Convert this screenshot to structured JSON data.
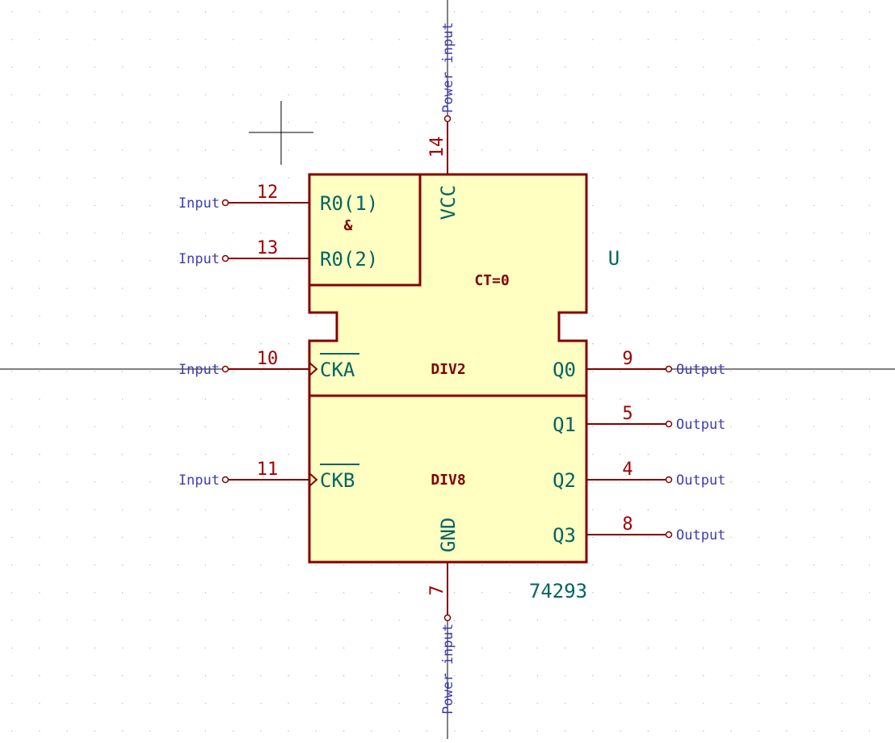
{
  "symbol": {
    "reference": "U",
    "value": "74293",
    "colors": {
      "body_fill": "#ffffc2",
      "body_stroke": "#840000",
      "pin_line": "#840000",
      "pin_number": "#a00000",
      "pin_name": "#006464",
      "pin_type": "#3c3cb4",
      "inner_text": "#800000",
      "grid": "#b4b4b4",
      "background": "#ffffff"
    }
  },
  "labels": {
    "reset_and": "&",
    "ct_zero": "CT=0",
    "div2": "DIV2",
    "div8": "DIV8"
  },
  "pins": {
    "p12": {
      "number": "12",
      "name": "R0(1)",
      "type": "Input"
    },
    "p13": {
      "number": "13",
      "name": "R0(2)",
      "type": "Input"
    },
    "p10": {
      "number": "10",
      "name": "CKA",
      "type": "Input",
      "inverted": true,
      "clock": true
    },
    "p11": {
      "number": "11",
      "name": "CKB",
      "type": "Input",
      "inverted": true,
      "clock": true
    },
    "p14": {
      "number": "14",
      "name": "VCC",
      "type": "Power input"
    },
    "p7": {
      "number": "7",
      "name": "GND",
      "type": "Power input"
    },
    "p9": {
      "number": "9",
      "name": "Q0",
      "type": "Output"
    },
    "p5": {
      "number": "5",
      "name": "Q1",
      "type": "Output"
    },
    "p4": {
      "number": "4",
      "name": "Q2",
      "type": "Output"
    },
    "p8": {
      "number": "8",
      "name": "Q3",
      "type": "Output"
    }
  }
}
